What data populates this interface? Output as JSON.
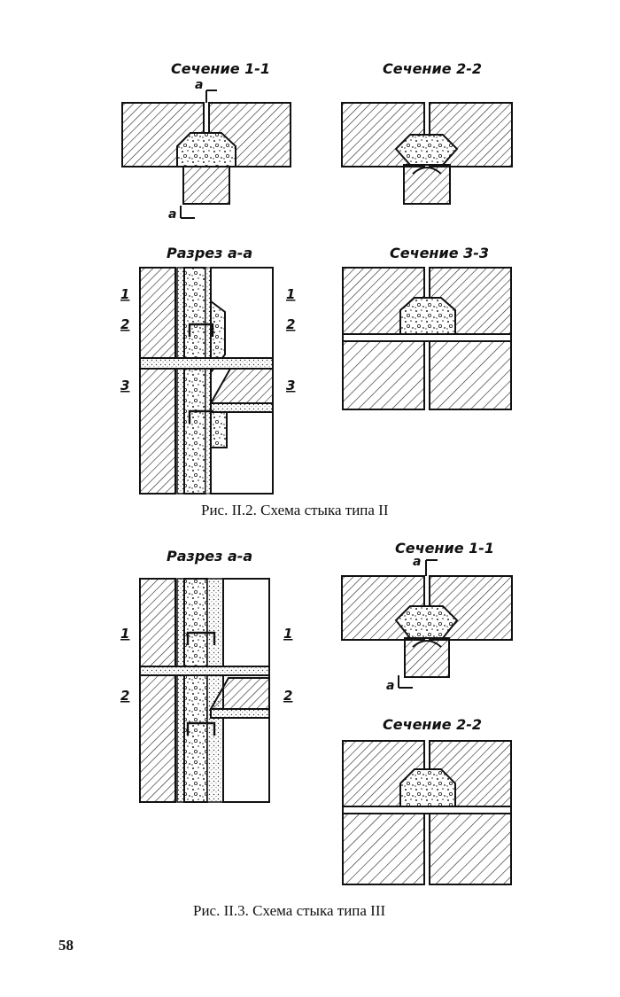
{
  "fig2": {
    "section_1_1": "Сечение 1-1",
    "section_2_2": "Сечение 2-2",
    "cut_aa": "Разрез а-а",
    "section_3_3": "Сечение 3-3",
    "cut_marker": "а",
    "markers": [
      "1",
      "2",
      "3"
    ],
    "caption": "Рис. II.2. Схема стыка типа II"
  },
  "fig3": {
    "cut_aa": "Разрез а-а",
    "section_1_1": "Сечение 1-1",
    "section_2_2": "Сечение 2-2",
    "cut_marker": "а",
    "markers": [
      "1",
      "2"
    ],
    "caption": "Рис. II.3. Схема стыка типа III"
  },
  "page_number": "58"
}
